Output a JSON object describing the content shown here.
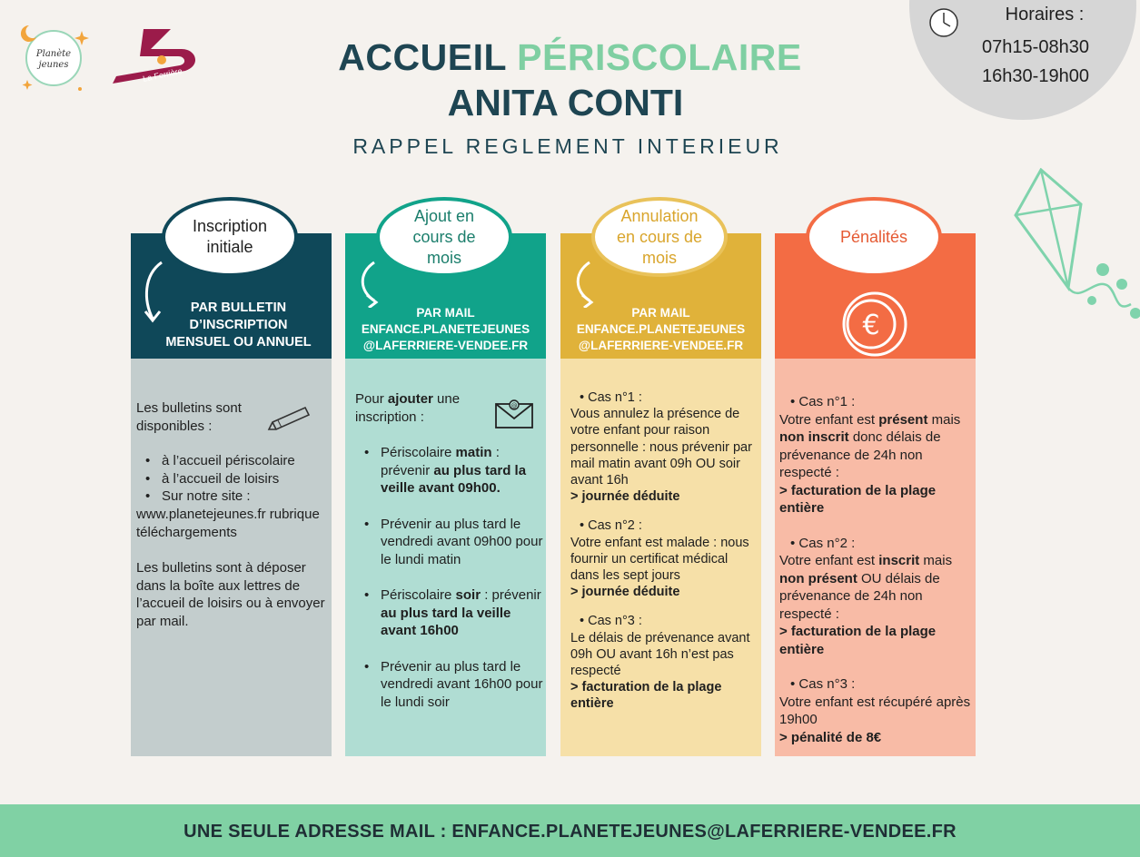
{
  "header": {
    "title_part1": "ACCUEIL",
    "title_part2": "PÉRISCOLAIRE",
    "title_line2": "ANITA CONTI",
    "subtitle": "RAPPEL REGLEMENT INTERIEUR"
  },
  "logos": {
    "logo1_text": "Planète jeunes",
    "logo2_text": "La Ferrière"
  },
  "hours": {
    "label": "Horaires :",
    "slot1": "07h15-08h30",
    "slot2": "16h30-19h00"
  },
  "columns": [
    {
      "pill_line1": "Inscription",
      "pill_line2": "initiale",
      "head_line1": "PAR BULLETIN",
      "head_line2": "D’INSCRIPTION",
      "head_line3": "MENSUEL OU ANNUEL",
      "intro": "Les bulletins sont disponibles :",
      "bullets": [
        "à l’accueil périscolaire",
        "à l’accueil de loisirs",
        "Sur notre site :"
      ],
      "site": "www.planetejeunes.fr rubrique téléchargements",
      "outro": "Les bulletins sont à déposer dans la boîte aux lettres de l’accueil de loisirs ou à envoyer par mail."
    },
    {
      "pill_line1": "Ajout en",
      "pill_line2": "cours de",
      "pill_line3": "mois",
      "head_line1": "PAR MAIL",
      "head_line2": "ENFANCE.PLANETEJEUNES",
      "head_line3": "@LAFERRIERE-VENDEE.FR",
      "intro_pre": "Pour ",
      "intro_bold": "ajouter",
      "intro_post": " une inscription :",
      "b1_pre": "Périscolaire ",
      "b1_bold1": "matin",
      "b1_mid": " : prévenir ",
      "b1_bold2": "au plus tard la veille avant 09h00.",
      "b2": "Prévenir au plus tard le vendredi  avant 09h00 pour le lundi matin",
      "b3_pre": "Périscolaire ",
      "b3_bold1": "soir",
      "b3_mid": " : prévenir ",
      "b3_bold2": "au plus tard la veille avant 16h00",
      "b4": "Prévenir au plus tard le vendredi  avant 16h00 pour le lundi soir"
    },
    {
      "pill_line1": "Annulation",
      "pill_line2": "en cours de",
      "pill_line3": "mois",
      "head_line1": "PAR MAIL",
      "head_line2": "ENFANCE.PLANETEJEUNES",
      "head_line3": "@LAFERRIERE-VENDEE.FR",
      "cas1_title": "Cas n°1 :",
      "cas1_text": "Vous annulez la présence de votre enfant pour raison personnelle : nous prévenir par mail matin avant 09h OU soir avant 16h",
      "cas1_result": "> journée déduite",
      "cas2_title": "Cas n°2 :",
      "cas2_text": "Votre enfant est malade : nous fournir un certificat médical dans les sept jours",
      "cas2_result": "> journée déduite",
      "cas3_title": "Cas n°3 :",
      "cas3_text": "Le délais de prévenance avant 09h OU avant 16h n’est pas respecté",
      "cas3_result": "> facturation de la plage entière"
    },
    {
      "pill_line1": "Pénalités",
      "cas1_title": "Cas n°1 :",
      "cas1_a": "Votre enfant est ",
      "cas1_b": "présent",
      "cas1_c": " mais ",
      "cas1_d": "non inscrit",
      "cas1_e": " donc délais de prévenance de 24h non respecté :",
      "cas1_result": "> facturation de la plage entière",
      "cas2_title": "Cas n°2 :",
      "cas2_a": "Votre enfant est ",
      "cas2_b": "inscrit",
      "cas2_c": " mais ",
      "cas2_d": "non présent",
      "cas2_e": " OU délais de prévenance de 24h non respecté :",
      "cas2_result": "> facturation de la plage entière",
      "cas3_title": "Cas n°3 :",
      "cas3_text": "Votre enfant est récupéré après 19h00",
      "cas3_result": "> pénalité de 8€"
    }
  ],
  "footer": {
    "text": "UNE SEULE ADRESSE MAIL : ENFANCE.PLANETEJEUNES@LAFERRIERE-VENDEE.FR"
  },
  "colors": {
    "dark_teal": "#0f4859",
    "green": "#11a38a",
    "yellow": "#e0b23a",
    "orange": "#f36c44",
    "mint": "#80d1a4"
  },
  "icons": [
    "clock-icon",
    "pencil-icon",
    "mail-icon",
    "euro-coin-icon",
    "curved-arrow-icon",
    "kite-icon"
  ]
}
